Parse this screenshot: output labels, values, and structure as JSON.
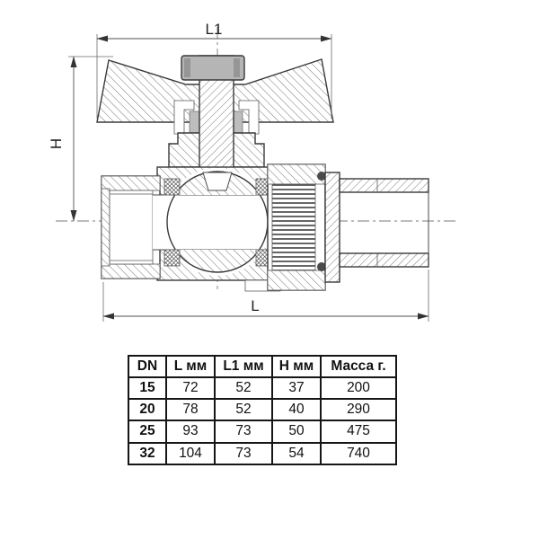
{
  "drawing": {
    "kind": "ball-valve-cross-section",
    "labels": {
      "l1": "L1",
      "h": "H",
      "l": "L"
    },
    "line_color": "#3a3a3a",
    "fill_gray": "#b5b5b5"
  },
  "table": {
    "headers": [
      "DN",
      "L мм",
      "L1 мм",
      "H мм",
      "Масса г."
    ],
    "rows": [
      [
        "15",
        "72",
        "52",
        "37",
        "200"
      ],
      [
        "20",
        "78",
        "52",
        "40",
        "290"
      ],
      [
        "25",
        "93",
        "73",
        "50",
        "475"
      ],
      [
        "32",
        "104",
        "73",
        "54",
        "740"
      ]
    ]
  }
}
